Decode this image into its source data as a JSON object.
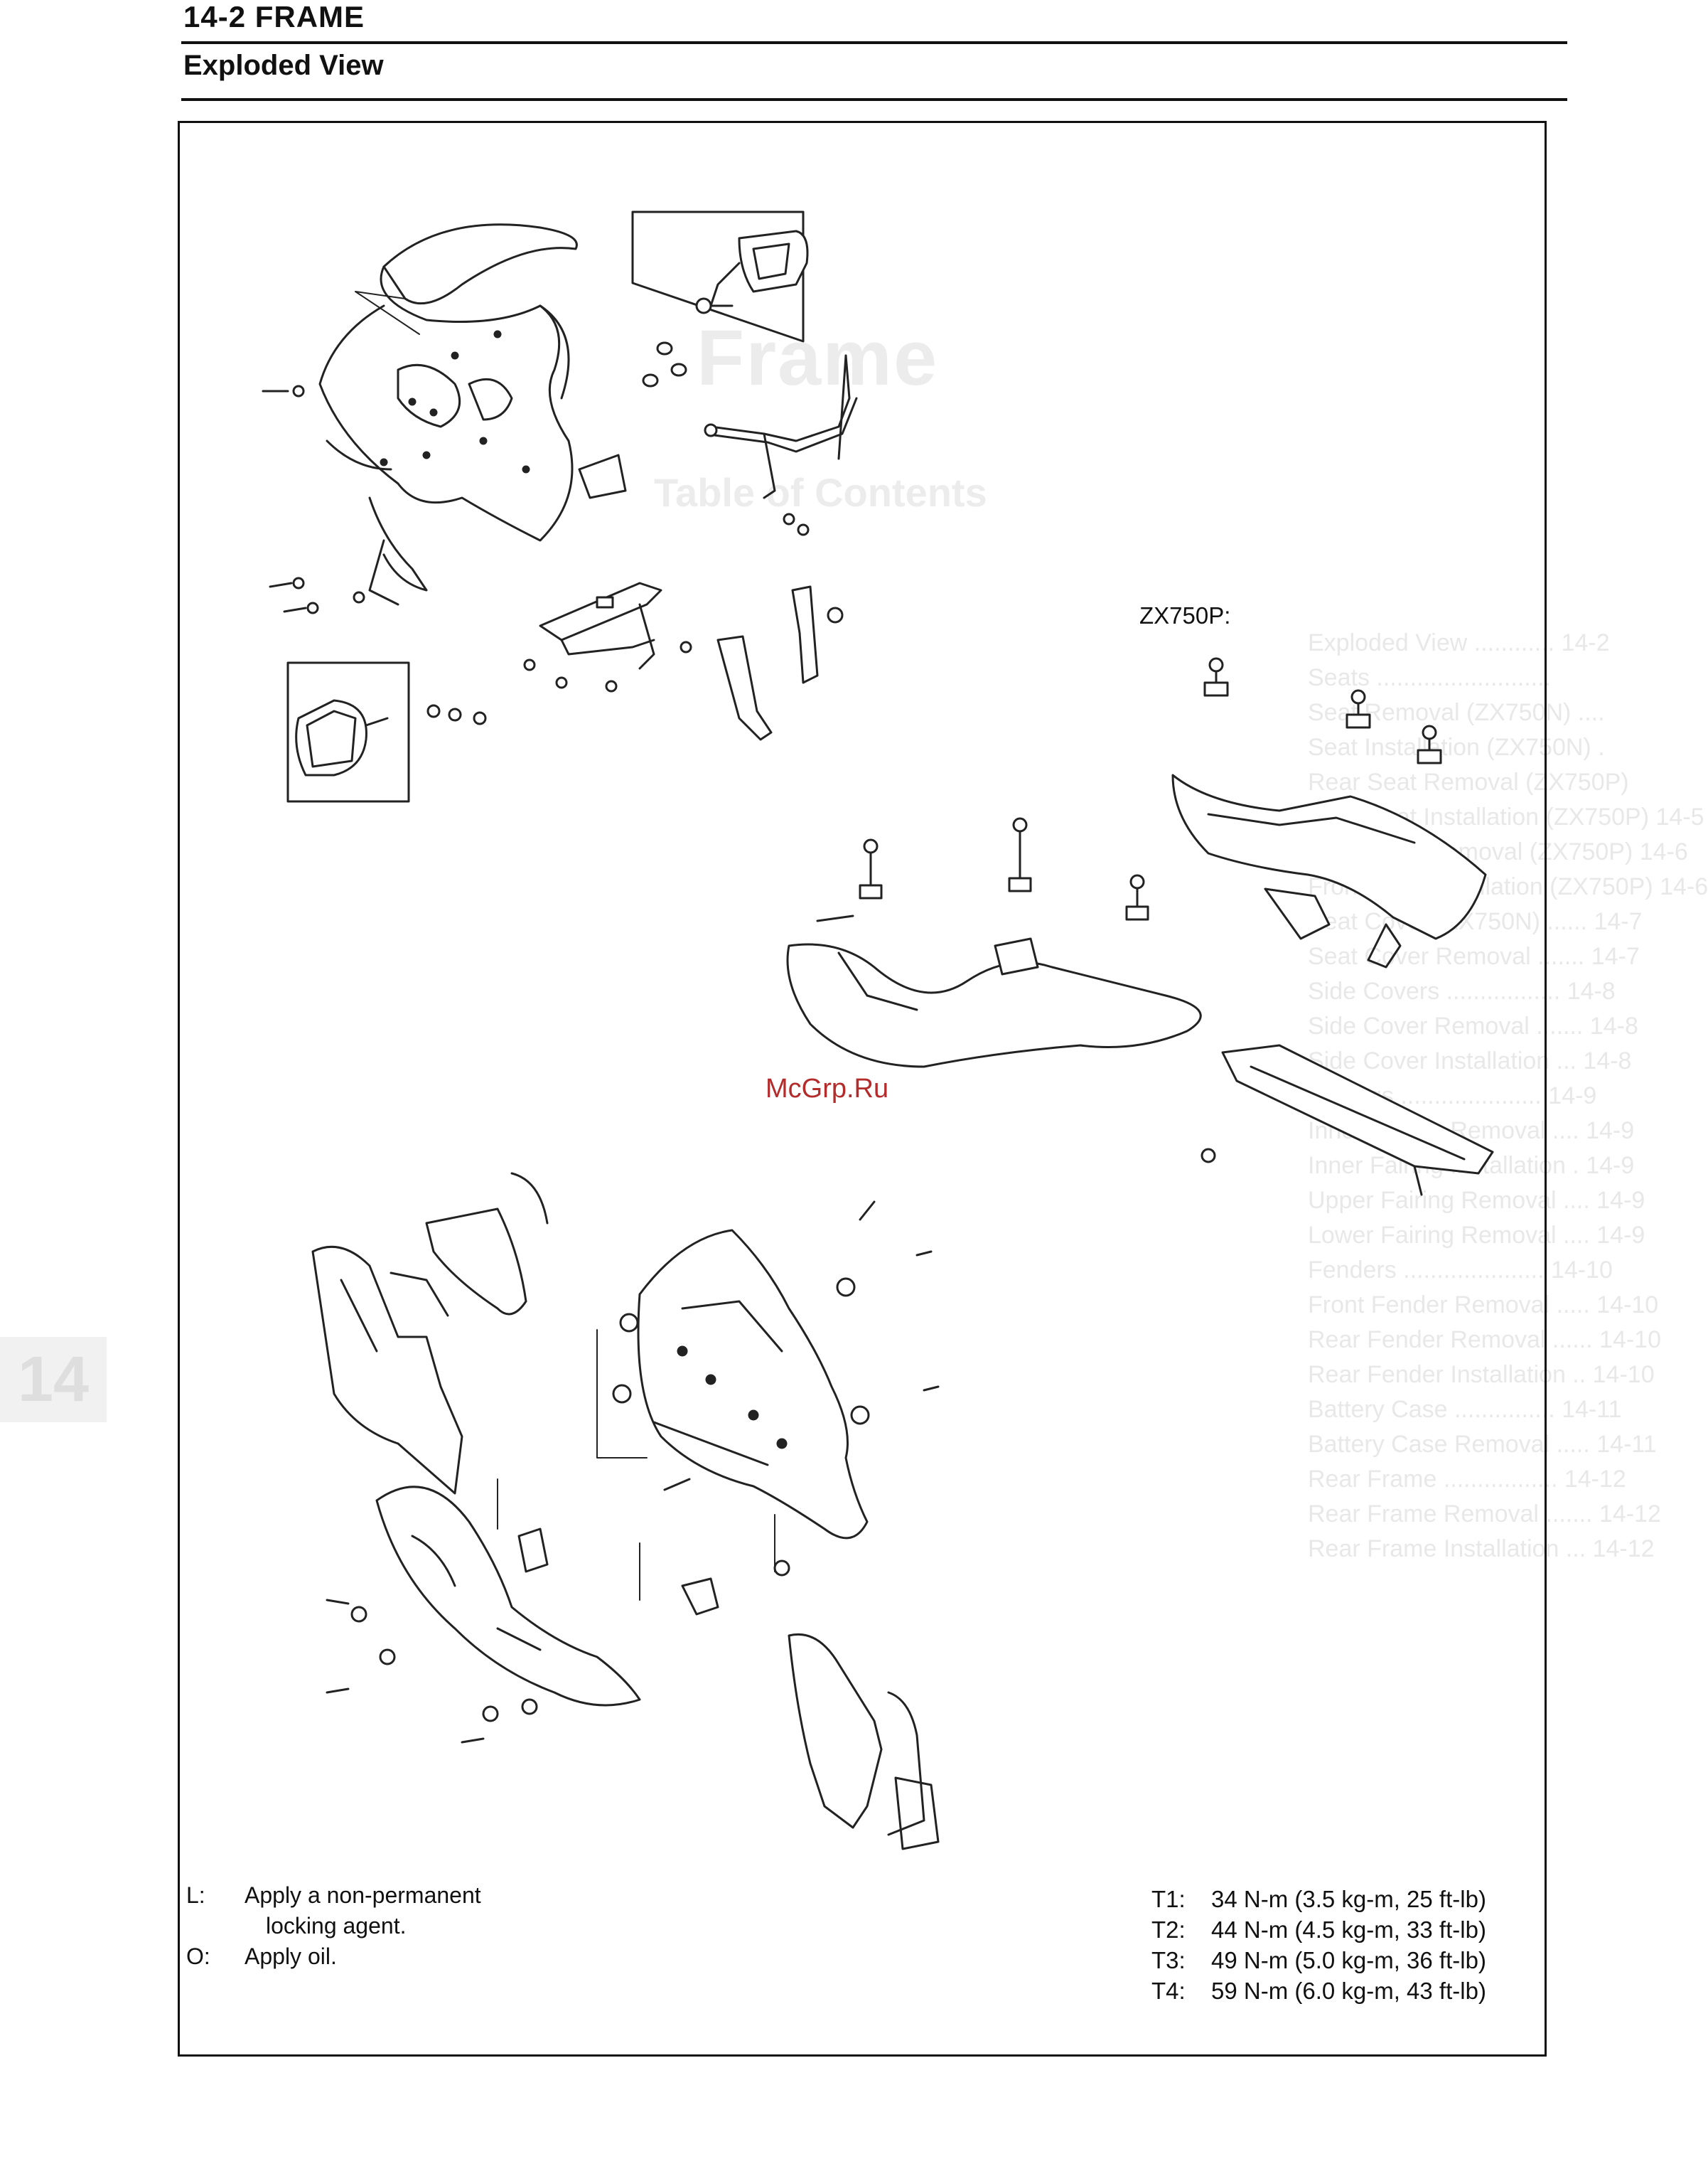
{
  "header": {
    "page_title": "14-2 FRAME",
    "section_title": "Exploded View"
  },
  "diagram": {
    "model_label": "ZX750P:",
    "watermark": "McGrp.Ru"
  },
  "legend": {
    "items": [
      {
        "key": "L:",
        "text": "Apply a non-permanent",
        "continuation": "locking agent."
      },
      {
        "key": "O:",
        "text": "Apply oil."
      }
    ]
  },
  "torque": [
    {
      "key": "T1:",
      "value": "34 N-m (3.5 kg-m, 25 ft-lb)"
    },
    {
      "key": "T2:",
      "value": "44 N-m (4.5 kg-m, 33 ft-lb)"
    },
    {
      "key": "T3:",
      "value": "49 N-m (5.0 kg-m, 36 ft-lb)"
    },
    {
      "key": "T4:",
      "value": "59 N-m (6.0 kg-m, 43 ft-lb)"
    }
  ],
  "show_through": {
    "title": "Frame",
    "subtitle": "Table of Contents",
    "toc": [
      "Exploded View ............ 14-2",
      "Seats ..........................",
      "Seat Removal (ZX750N) ....",
      "Seat Installation (ZX750N) .",
      "Rear Seat Removal (ZX750P)",
      "Rear Seat Installation (ZX750P) 14-5",
      "Front Seat Removal (ZX750P) 14-6",
      "Front Seat Installation (ZX750P) 14-6",
      "Seat Cover (ZX750N) ...... 14-7",
      "Seat Cover Removal ....... 14-7",
      "Side Covers ................. 14-8",
      "Side Cover Removal ....... 14-8",
      "Side Cover Installation ... 14-8",
      "Fairings ..................... 14-9",
      "Inner Fairing Removal .... 14-9",
      "Inner Fairing Installation . 14-9",
      "Upper Fairing Removal .... 14-9",
      "Lower Fairing Removal .... 14-9",
      "Fenders ..................... 14-10",
      "Front Fender Removal ..... 14-10",
      "Rear Fender Removal ...... 14-10",
      "Rear Fender Installation .. 14-10",
      "Battery Case ............... 14-11",
      "Battery Case Removal ..... 14-11",
      "Rear Frame ................. 14-12",
      "Rear Frame Removal ....... 14-12",
      "Rear Frame Installation ... 14-12"
    ],
    "tab": "14"
  },
  "colors": {
    "ink": "#111111",
    "watermark": "#b42b2b",
    "show_through": "#e8e8e8"
  }
}
